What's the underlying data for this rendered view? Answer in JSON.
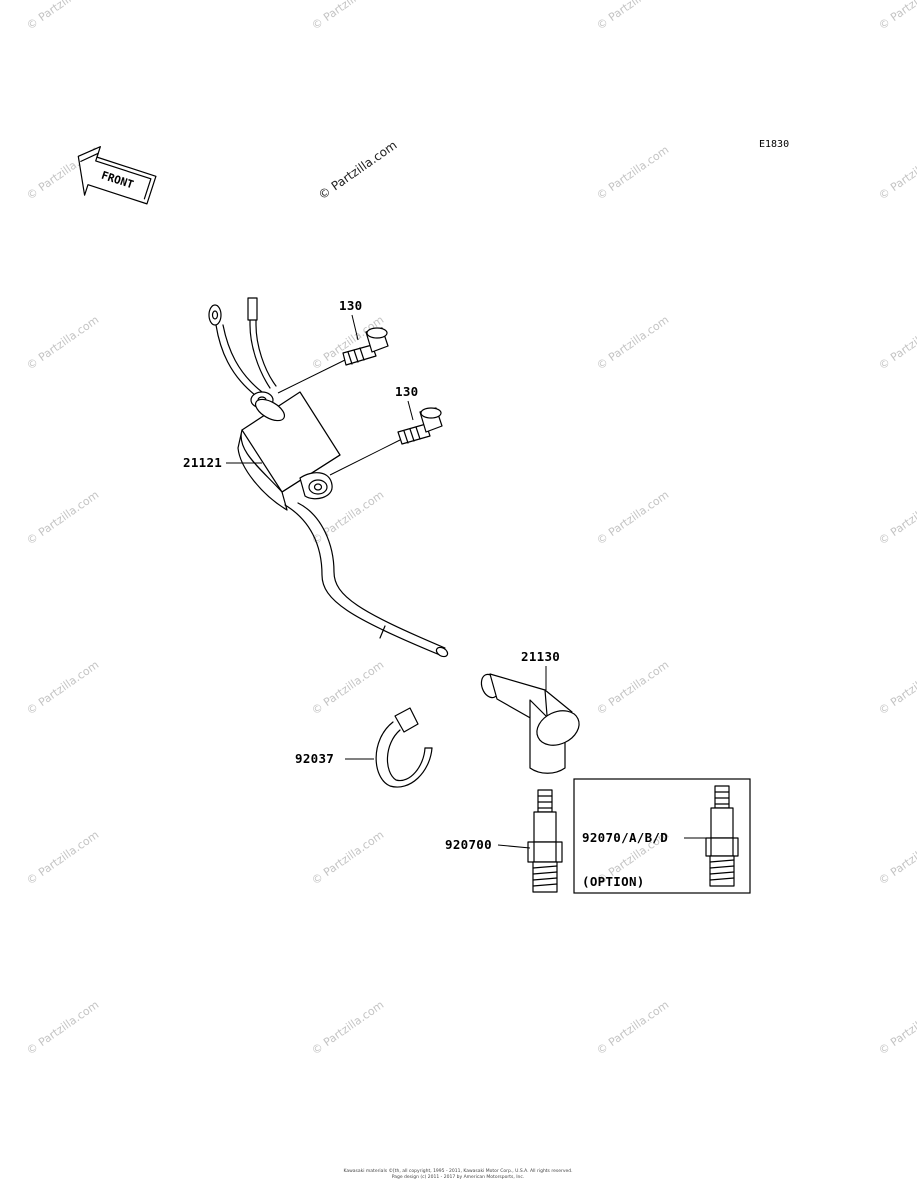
{
  "diagram": {
    "code": "E1830",
    "front_label": "FRONT",
    "watermark": "© Partzilla.com",
    "option_label": "(OPTION)",
    "parts": [
      {
        "id": "bolt-upper",
        "label": "130"
      },
      {
        "id": "bolt-lower",
        "label": "130"
      },
      {
        "id": "ignition-coil",
        "label": "21121"
      },
      {
        "id": "plug-cap",
        "label": "21130"
      },
      {
        "id": "band",
        "label": "92037"
      },
      {
        "id": "spark-plug",
        "label": "920700"
      },
      {
        "id": "spark-plug-option",
        "label": "92070/A/B/D"
      }
    ],
    "footer_line1": "Kawasaki materials ©[th, all copyright, 1995 - 2011, Kawasaki Motor Corp., U.S.A. All rights reserved.",
    "footer_line2": "Page design (c) 2011 - 2017 by American Motorsports, Inc."
  }
}
